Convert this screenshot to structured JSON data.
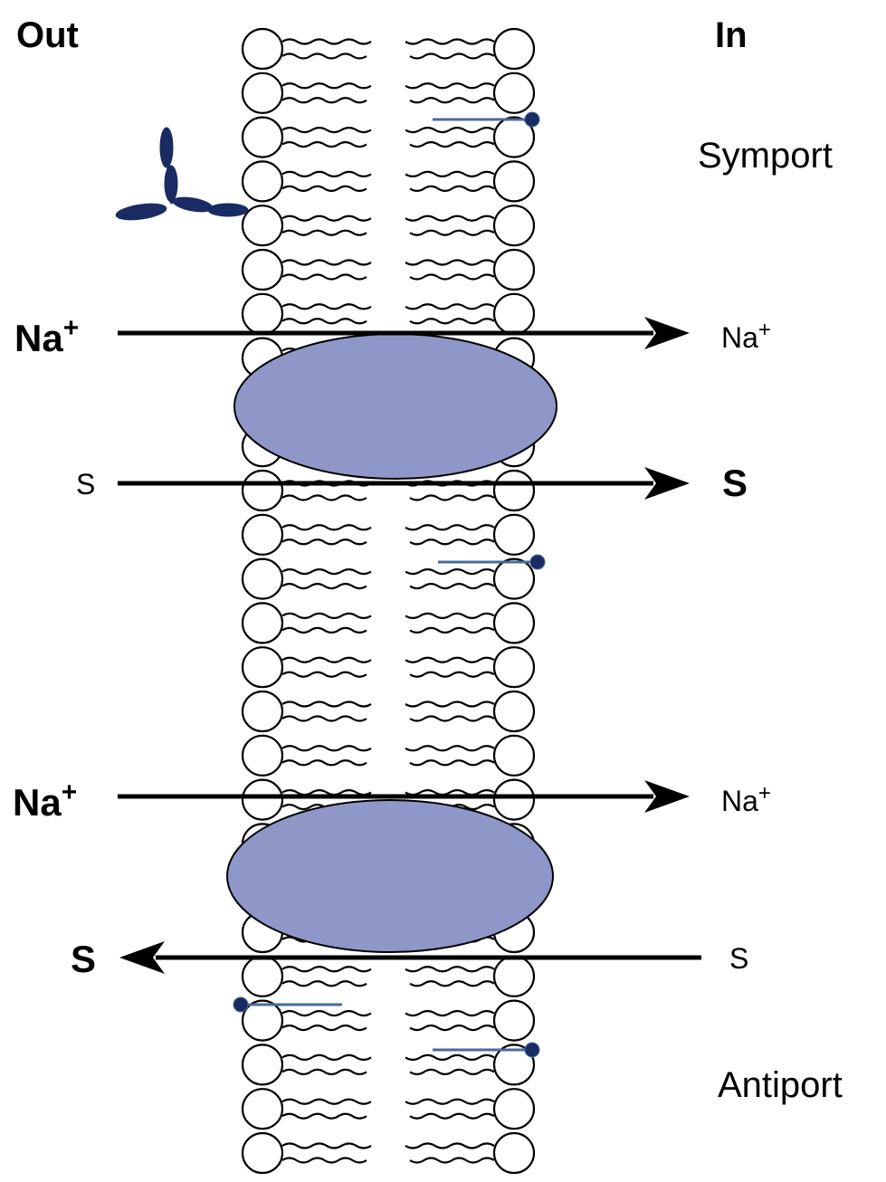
{
  "labels": {
    "out": "Out",
    "in": "In",
    "symport": "Symport",
    "antiport": "Antiport"
  },
  "symport": {
    "na_out": "Na",
    "na_out_sup": "+",
    "na_in": "Na",
    "na_in_sup": "+",
    "s_out": "S",
    "s_in": "S"
  },
  "antiport": {
    "na_out": "Na",
    "na_out_sup": "+",
    "na_in": "Na",
    "na_in_sup": "+",
    "s_out": "S",
    "s_in": "S"
  },
  "colors": {
    "protein": "#8f97c8",
    "glycolipid": "#1a2b63",
    "cholesterol": "#4a6a9a",
    "ink": "#000000"
  }
}
